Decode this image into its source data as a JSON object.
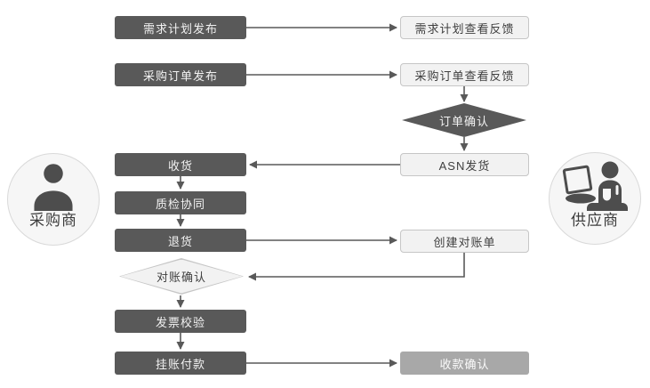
{
  "palette": {
    "dark_node": "#595959",
    "dark_node_text": "#f2f2f2",
    "light_node_bg": "#f2f2f2",
    "light_node_border": "#c6c6c6",
    "light_node_text": "#3f3f3f",
    "muted_node_bg": "#a8a8a8",
    "connector": "#595959",
    "circle_bg": "#f6f6f6",
    "circle_border": "#d9d9d9",
    "icon_color": "#4d4d4d"
  },
  "actors": {
    "buyer": "采购商",
    "supplier": "供应商"
  },
  "icons": {
    "buyer": "person-silhouette-icon",
    "supplier": "person-at-computer-icon"
  },
  "nodes": {
    "demand_plan_publish": "需求计划发布",
    "purchase_order_publish": "采购订单发布",
    "receive_goods": "收货",
    "quality_inspection": "质检协同",
    "return_goods": "退货",
    "invoice_verification": "发票校验",
    "booked_payment": "挂账付款",
    "demand_plan_feedback": "需求计划查看反馈",
    "purchase_order_feedback": "采购订单查看反馈",
    "order_confirm": "订单确认",
    "asn_shipping": "ASN发货",
    "create_statement": "创建对账单",
    "statement_confirm": "对账确认",
    "payment_receipt_confirm": "收款确认"
  }
}
